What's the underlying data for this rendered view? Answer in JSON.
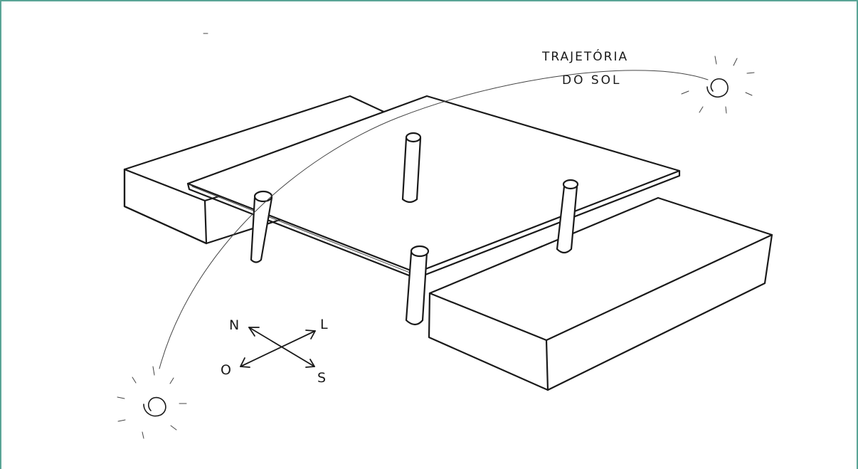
{
  "sun_path": {
    "line1": "TRAJETÓRIA",
    "line2": "DO SOL"
  },
  "compass": {
    "north": "N",
    "east": "L",
    "west": "O",
    "south": "S"
  },
  "colors": {
    "frame_border": "#5aa596",
    "ink": "#1a1a1a",
    "background": "#ffffff"
  },
  "icons": [
    "sun-icon",
    "compass-rose-icon"
  ]
}
